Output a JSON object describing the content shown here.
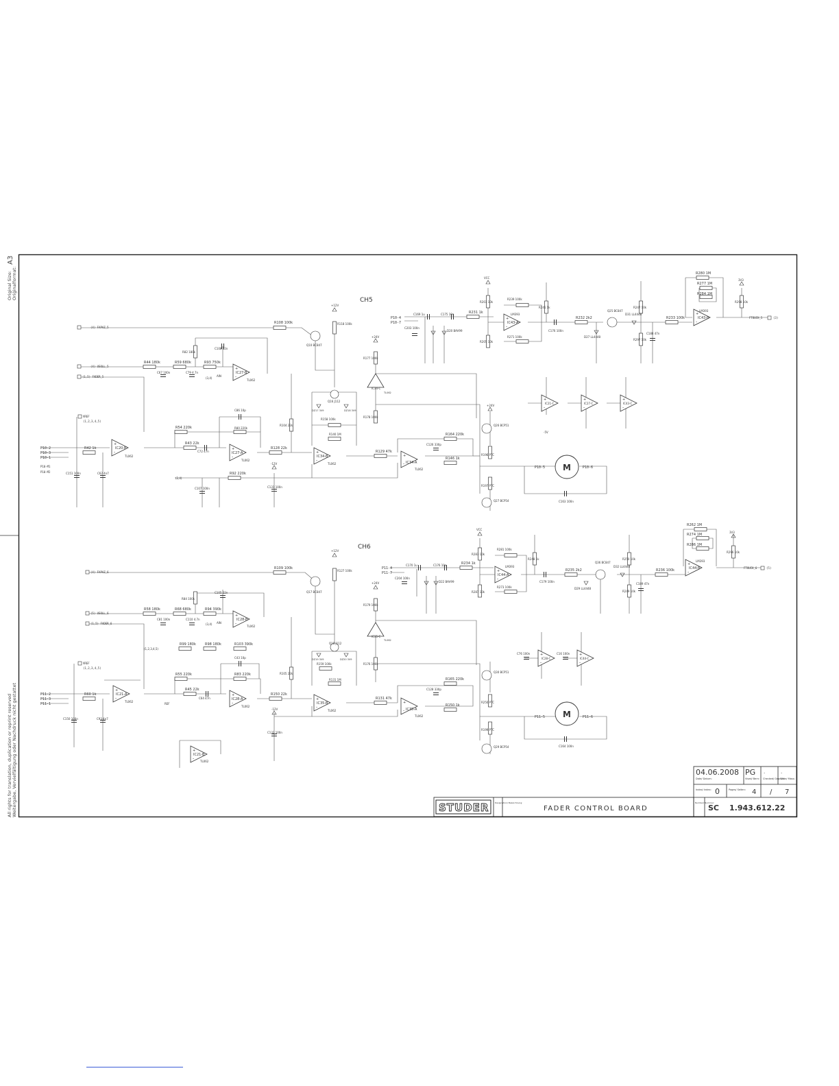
{
  "margin": {
    "size_label": "Original Size:",
    "size_value": "A3",
    "size_label_de": "Originalformat:",
    "rights_1": "All rights for translation, duplication or reprint reserved",
    "rights_2": "Weitergabe, Vervielfältigung oder Nachdruck nicht gestattet"
  },
  "channels": [
    {
      "title": "CH5",
      "inputs": [
        "(4) FAPAZ_5",
        "(4) USOLL_5",
        "(1,5) FADER_5",
        "P10-2",
        "P10-3",
        "P10-1",
        "P10-M1",
        "P10-M2"
      ],
      "opamps": [
        "IC20-B",
        "IC27-B",
        "IC27-A",
        "IC34-B",
        "IC34-C",
        "IC34-A",
        "IC43-A",
        "IC43-B"
      ],
      "opamp_type": [
        "TL062",
        "TL062",
        "TL062",
        "TL062",
        "TL062",
        "TL062",
        "LM393",
        "LM393"
      ],
      "resistors": [
        "R108 100k",
        "R44 180k",
        "R59 680k",
        "R93 750k",
        "R82 180k",
        "R54 220k",
        "R43 22k",
        "R80 220k",
        "R128 22k",
        "R92 220k",
        "R104 22k",
        "R118 100k",
        "R158 100k",
        "R140 1M",
        "R177 100k",
        "R178 100k",
        "R129 47k",
        "R164 220k",
        "R146 1k",
        "R196 PTC",
        "R197 PTC",
        "R42 1k",
        "R203 10k",
        "R239 100k",
        "R231 1k",
        "R271 100k",
        "R205 10k",
        "R245 1k",
        "R232 2k2",
        "R247 10k",
        "R297 10k",
        "R233 100k",
        "R280 1M",
        "R277 1M",
        "R284 1M",
        "R298 10k"
      ],
      "capacitors": [
        "C108 22n",
        "C67 100n",
        "C79 4.7n",
        "C86 10p",
        "C72 47n",
        "C107 100n",
        "C131 100n",
        "C151 100n",
        "C62 4n7",
        "C126 330p",
        "C169 1u",
        "C175 10n",
        "C203 100n",
        "C176 100n",
        "C188 47n",
        "C163 100n"
      ],
      "semis": [
        "Q10 BC847",
        "Q16 J112",
        "DZ17 3V9",
        "DZ18 3V9",
        "Q26 BCP51",
        "Q27 BCP54",
        "D20 BAV99",
        "D27 LL4448",
        "Q25 BC847",
        "D31 LL4448"
      ],
      "rails": [
        "+12V",
        "+24V",
        "-12V",
        "VCC",
        "3V3",
        "+24V",
        "-5V"
      ],
      "power_opamps": [
        "IC21-C",
        "IC27-C",
        "IC43-C"
      ],
      "connectors": [
        "P10-4",
        "P10-7",
        "P10-5",
        "P10-6",
        "FTOUCH_5",
        "(3)"
      ],
      "motor": "M",
      "misc": [
        "(3,4)",
        "(2,4)",
        "VREF",
        "(1,2,3,4,5)",
        "AIN"
      ]
    },
    {
      "title": "CH6",
      "inputs": [
        "(4) FAPAZ_6",
        "(5) USOLL_6",
        "(1,5) FADER_6",
        "P11-2",
        "P11-3",
        "P11-1"
      ],
      "opamps": [
        "IC21-A",
        "IC28-B",
        "IC28-A",
        "IC35-B",
        "IC35-C",
        "IC35-A",
        "IC44-A",
        "IC44-B",
        "IC21-B"
      ],
      "opamp_type": [
        "TL062",
        "TL062",
        "TL062",
        "TL062",
        "TL062",
        "TL062",
        "LM393",
        "LM393",
        "TL062"
      ],
      "resistors": [
        "R109 100k",
        "R58 180k",
        "R68 680k",
        "R84 100k",
        "R94 390k",
        "R99 180k",
        "R98 180k",
        "R103 390k",
        "R55 220k",
        "R45 22k",
        "R83 220k",
        "R150 22k",
        "R105 22k",
        "R127 100k",
        "R159 100k",
        "R131 1M",
        "R179 100k",
        "R176 100k",
        "R131 47k",
        "R165 220k",
        "R150 1k",
        "R250 PTC",
        "R199 PTC",
        "R60 1k",
        "R283 10k",
        "R281 100k",
        "R234 1k",
        "R273 100k",
        "R287 10k",
        "R248 1k",
        "R235 2k2",
        "R250 10k",
        "R249 10k",
        "R236 100k",
        "R262 1M",
        "R274 1M",
        "R286 1M",
        "R296 10k"
      ],
      "capacitors": [
        "C105 22n",
        "C81 100n",
        "C110 4.7n",
        "C43 10p",
        "C64 47n",
        "C132 100n",
        "C150 100n",
        "C93 4n7",
        "C128 330p",
        "C170 1u",
        "C176 10n",
        "C204 100n",
        "C179 100n",
        "C189 47n",
        "C164 100n",
        "C76 100n",
        "C16 100n"
      ],
      "semis": [
        "Q17 BC847",
        "Q18 J112",
        "DZ19 3V9",
        "DZ20 3V9",
        "Q30 BCP51",
        "Q29 BCP54",
        "D22 BAV99",
        "D29 LL4448",
        "Q36 BC847",
        "D32 LL4448"
      ],
      "rails": [
        "+12V",
        "+24V",
        "-12V",
        "VCC",
        "3V3"
      ],
      "power_opamps": [
        "IC28-C",
        "IC44-C"
      ],
      "connectors": [
        "P11-4",
        "P11-7",
        "P11-5",
        "P11-6",
        "FTOUCH_6",
        "(5)"
      ],
      "motor": "M",
      "misc": [
        "(3,4)",
        "(1,2,3,4,5)",
        "VREF",
        "REF",
        "AIN"
      ]
    }
  ],
  "title_block": {
    "date": "04.06.2008",
    "drawn_by": "PG",
    "date_label": "Date/ Datum:",
    "drawn_label": "Vised/ Bern:",
    "checked_label": "Checked/ Geprüft:",
    "scale_label": "Scale/ Mass:",
    "checked_value": ".",
    "scale_value": ".",
    "index_label": "Index/ Index:",
    "index_value": "0",
    "pages_label": "Pages/ Seiten:",
    "page_current": "4",
    "page_sep": "/",
    "page_total": "7",
    "brand": "STUDER",
    "designation_label": "Designation/ Bezeichnung:",
    "title": "FADER CONTROL BOARD",
    "number_label": "Number/ Nummer:",
    "number_prefix": "SC",
    "number": "1.943.612.22"
  }
}
